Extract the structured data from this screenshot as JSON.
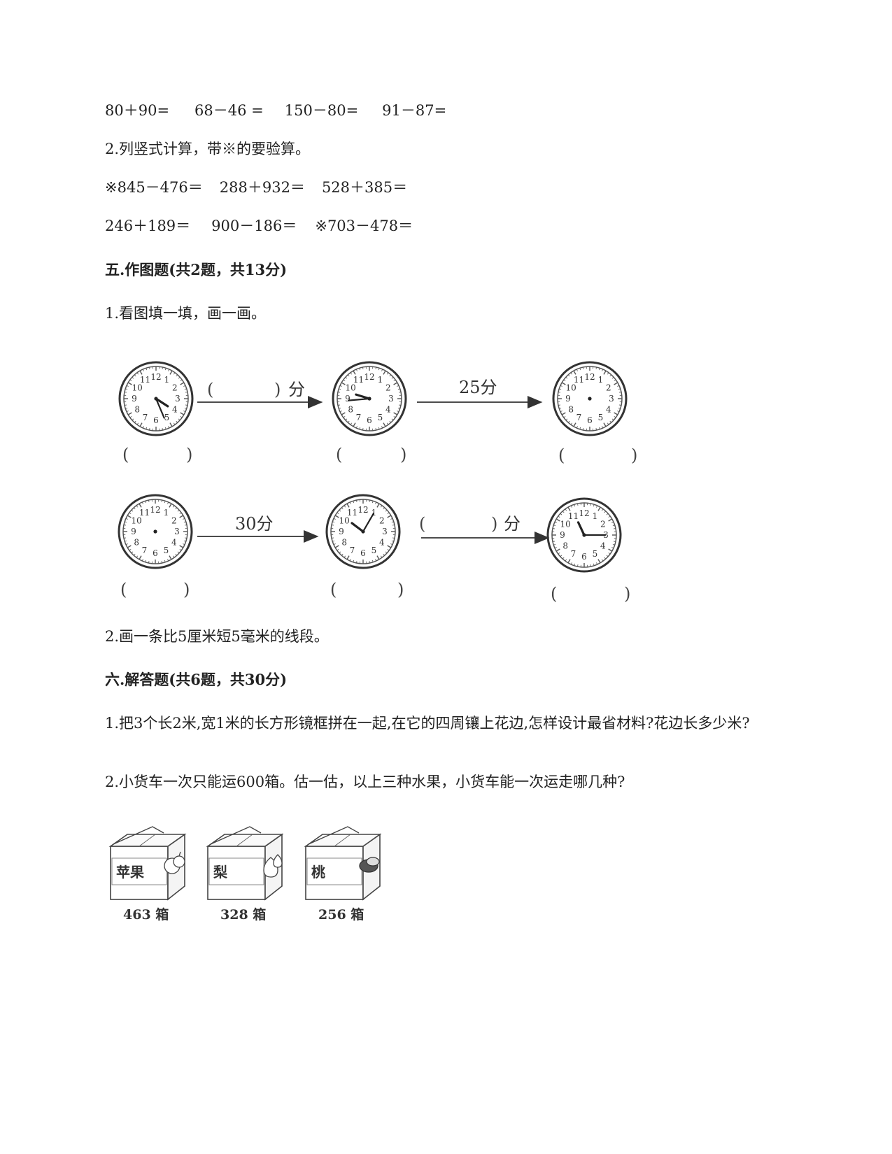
{
  "section4": {
    "q1_items": [
      "80＋90=",
      "68－46 =",
      "150－80=",
      "91－87="
    ],
    "q2_title": "2.列竖式计算，带※的要验算。",
    "q2_row1": [
      "※845－476＝",
      "288＋932＝",
      "528＋385＝"
    ],
    "q2_row2": [
      "246＋189＝",
      "900－186＝",
      "※703－478＝"
    ]
  },
  "section5": {
    "heading": "五.作图题(共2题，共13分)",
    "q1": "1.看图填一填，画一画。",
    "clock_labels": {
      "row1_arrow1": "分",
      "row1_arrow2": "25分",
      "row2_arrow1": "30分",
      "row2_arrow2": "分"
    },
    "clock_numerals": [
      "12",
      "1",
      "2",
      "3",
      "4",
      "5",
      "6",
      "7",
      "8",
      "9",
      "10",
      "11"
    ],
    "q2": "2.画一条比5厘米短5毫米的线段。"
  },
  "section6": {
    "heading": "六.解答题(共6题，共30分)",
    "q1": "1.把3个长2米,宽1米的长方形镜框拼在一起,在它的四周镶上花边,怎样设计最省材料?花边长多少米?",
    "q2": "2.小货车一次只能运600箱。估一估，以上三种水果，小货车能一次运走哪几种?",
    "boxes": [
      {
        "label": "苹果",
        "count": "463 箱",
        "icon": "apple-icon"
      },
      {
        "label": "梨",
        "count": "328 箱",
        "icon": "pear-icon"
      },
      {
        "label": "桃",
        "count": "256 箱",
        "icon": "peach-icon"
      }
    ]
  }
}
